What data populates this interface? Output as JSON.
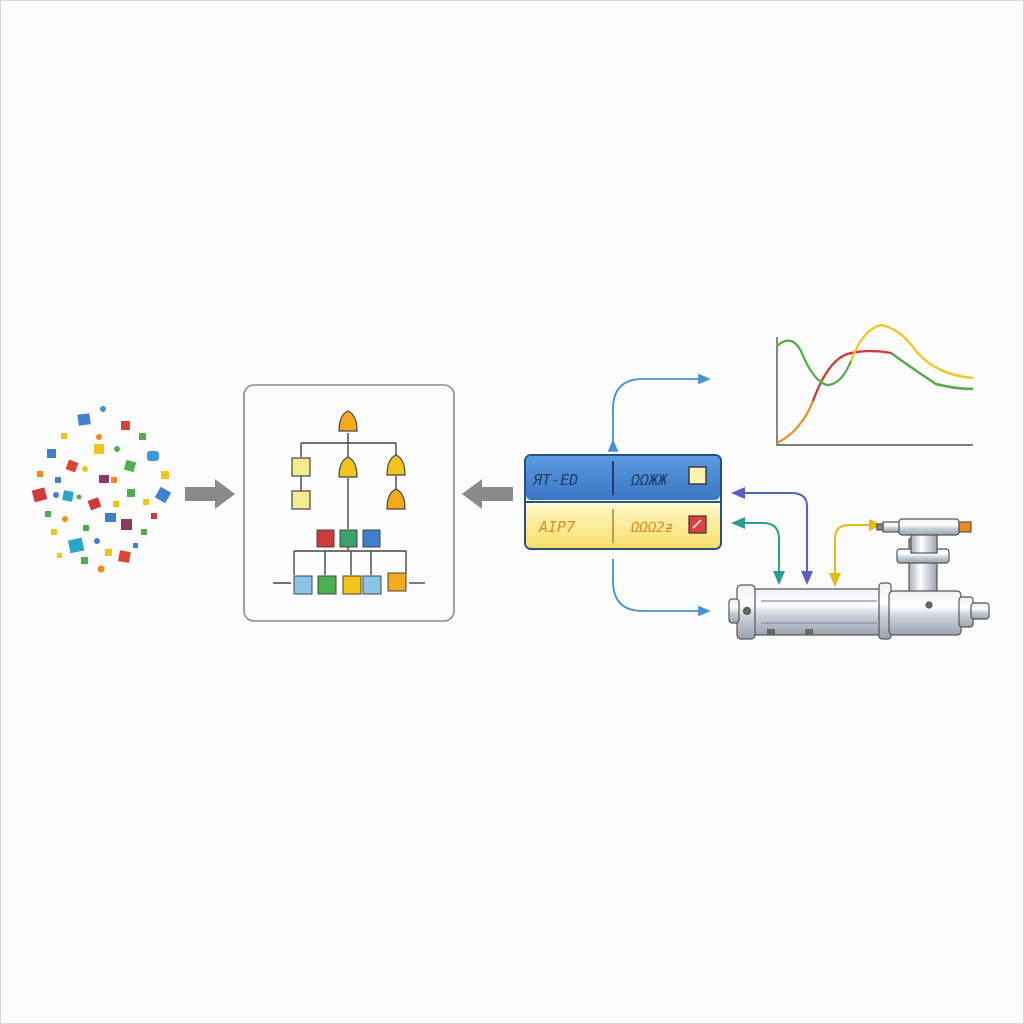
{
  "diagram": {
    "panel": {
      "top_left_label": "ЯT-ЕD",
      "top_right_label": "ΩΩЖЖ",
      "bottom_left_label": "AIP7",
      "bottom_right_label": "ΩΩΩ2ƶ"
    },
    "colors": {
      "blue": "#3f7fcc",
      "yellow": "#f2c41a",
      "orange": "#f08a1c",
      "red": "#cf3b3b",
      "green": "#4caf50",
      "teal": "#2a9d8f",
      "gray_arrow": "#8a8a8a"
    },
    "icons": [
      "particle-cloud-icon",
      "hierarchy-icon",
      "curve-chart-icon",
      "pipe-machine-icon"
    ]
  }
}
